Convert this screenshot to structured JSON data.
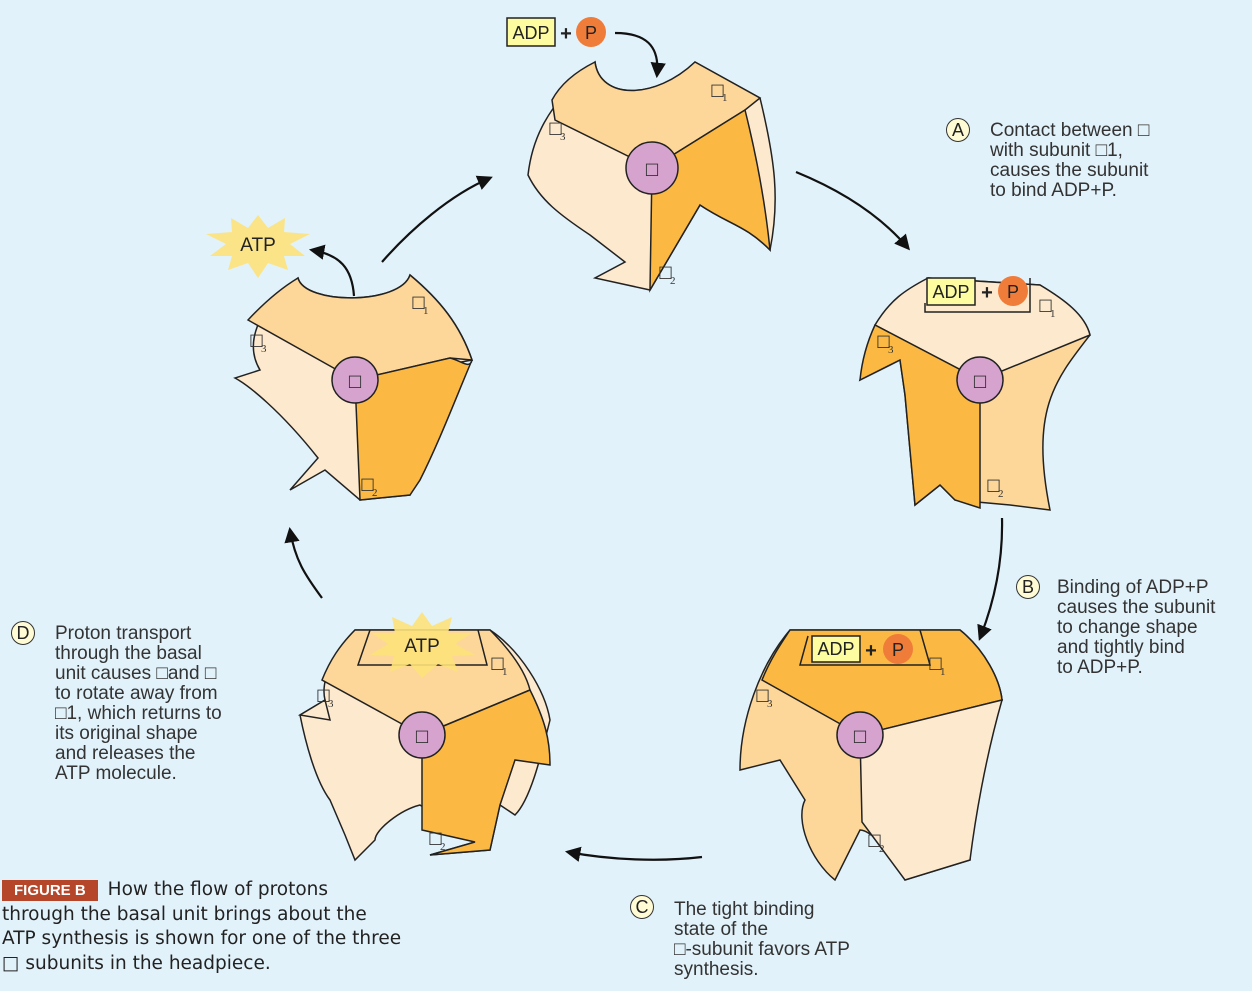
{
  "labels": {
    "adp": "ADP",
    "plus": "+",
    "p": "P",
    "atp": "ATP",
    "gamma": "□",
    "beta1": "□",
    "beta2": "□",
    "beta3": "□",
    "sub1": "1",
    "sub2": "2",
    "sub3": "3"
  },
  "steps": {
    "a": {
      "badge": "A",
      "lines": [
        "Contact between □",
        "with subunit □1,",
        "causes the subunit",
        "to bind ADP+P."
      ]
    },
    "b": {
      "badge": "B",
      "lines": [
        "Binding of ADP+P",
        "causes the subunit",
        "to change shape",
        "and tightly bind",
        "to ADP+P."
      ]
    },
    "c": {
      "badge": "C",
      "lines": [
        "The tight binding",
        "state of the",
        "□-subunit favors ATP",
        "synthesis."
      ]
    },
    "d": {
      "badge": "D",
      "lines": [
        "Proton transport",
        "through the basal",
        "unit causes □and □",
        "to rotate away from",
        "□1, which returns to",
        "its original shape",
        "and releases the",
        "ATP molecule."
      ]
    }
  },
  "caption": {
    "label": "FIGURE B",
    "text": "How the flow of protons through the basal unit brings about the ATP synthesis is shown for one of the three □ subunits in the headpiece."
  },
  "colors": {
    "background": "#e2f2fa",
    "light": "#fde9cd",
    "mid": "#fdd799",
    "dark": "#fbb943",
    "gamma": "#d6a3cf",
    "phosphate": "#f07c3a",
    "adp_box": "#fdfca0"
  }
}
